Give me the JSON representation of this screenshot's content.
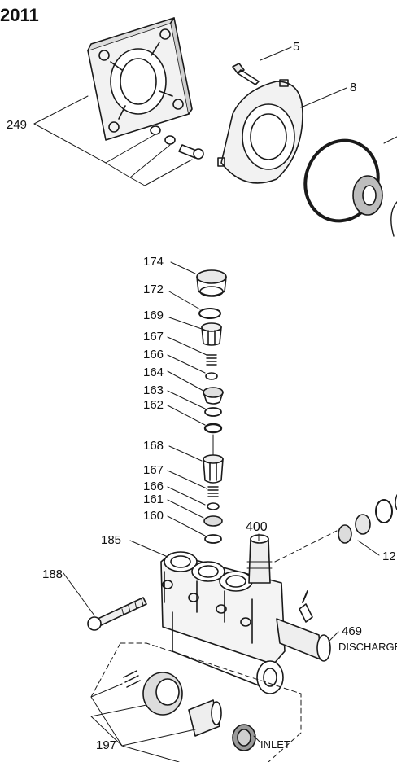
{
  "title": "2011",
  "parts": {
    "p5": "5",
    "p8": "8",
    "p249": "249",
    "p174": "174",
    "p172": "172",
    "p169": "169",
    "p167a": "167",
    "p166a": "166",
    "p164": "164",
    "p163": "163",
    "p162": "162",
    "p168": "168",
    "p167b": "167",
    "p166b": "166",
    "p161": "161",
    "p160": "160",
    "p185": "185",
    "p400": "400",
    "p188": "188",
    "p12": "12",
    "p469": "469",
    "p197": "197"
  },
  "labels": {
    "discharge": "DISCHARGE",
    "inlet": "INLET"
  }
}
